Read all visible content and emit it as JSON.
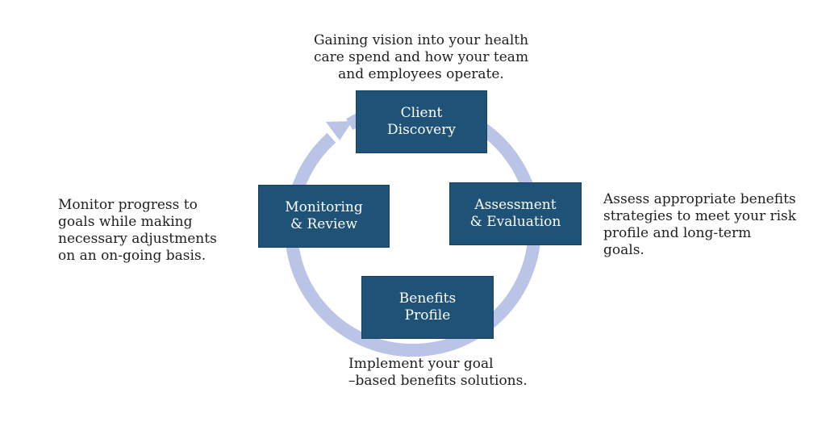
{
  "colors": {
    "box_fill": "#1f5277",
    "ring": "#b9c4e6",
    "text": "#1f1f1f",
    "box_text": "#ffffff"
  },
  "steps": [
    {
      "name": "client-discovery",
      "title_lines": [
        "Client",
        "Discovery"
      ],
      "description_lines": [
        "Gaining vision into your health",
        "care spend and how your team",
        "and employees operate."
      ]
    },
    {
      "name": "assessment-evaluation",
      "title_lines": [
        "Assessment",
        "& Evaluation"
      ],
      "description_lines": [
        "Assess appropriate benefits",
        "strategies to meet your risk",
        "profile and long-term",
        "goals."
      ]
    },
    {
      "name": "benefits-profile",
      "title_lines": [
        "Benefits",
        "Profile"
      ],
      "description_lines": [
        "Implement your goal",
        "–based benefits solutions."
      ]
    },
    {
      "name": "monitoring-review",
      "title_lines": [
        "Monitoring",
        "& Review"
      ],
      "description_lines": [
        "Monitor progress to",
        "goals while making",
        "necessary adjustments",
        "on an on-going basis."
      ]
    }
  ]
}
